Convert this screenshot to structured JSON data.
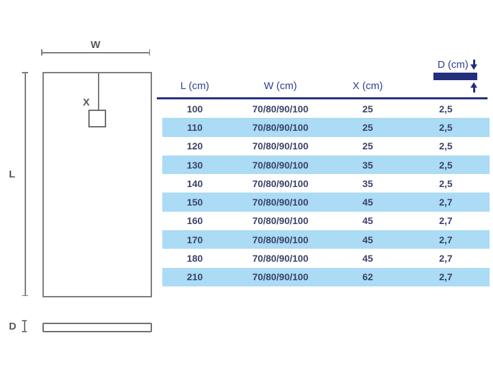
{
  "diagram": {
    "width_label": "W",
    "length_label": "L",
    "drain_offset_label": "X",
    "depth_label": "D"
  },
  "table": {
    "headers": {
      "l": "L (cm)",
      "w": "W (cm)",
      "x": "X (cm)",
      "d": "D (cm)"
    },
    "rows": [
      {
        "l": "100",
        "w": "70/80/90/100",
        "x": "25",
        "d": "2,5"
      },
      {
        "l": "110",
        "w": "70/80/90/100",
        "x": "25",
        "d": "2,5"
      },
      {
        "l": "120",
        "w": "70/80/90/100",
        "x": "25",
        "d": "2,5"
      },
      {
        "l": "130",
        "w": "70/80/90/100",
        "x": "35",
        "d": "2,5"
      },
      {
        "l": "140",
        "w": "70/80/90/100",
        "x": "35",
        "d": "2,5"
      },
      {
        "l": "150",
        "w": "70/80/90/100",
        "x": "45",
        "d": "2,7"
      },
      {
        "l": "160",
        "w": "70/80/90/100",
        "x": "45",
        "d": "2,7"
      },
      {
        "l": "170",
        "w": "70/80/90/100",
        "x": "45",
        "d": "2,7"
      },
      {
        "l": "180",
        "w": "70/80/90/100",
        "x": "45",
        "d": "2,7"
      },
      {
        "l": "210",
        "w": "70/80/90/100",
        "x": "62",
        "d": "2,7"
      }
    ]
  },
  "colors": {
    "header_navy": "#2e3d91",
    "rule_navy": "#232e7d",
    "row_text_navy": "#3a4268",
    "row_highlight_blue": "#abdbf5",
    "diagram_line_gray": "#7a7b7e",
    "diagram_label_gray": "#59595c"
  }
}
